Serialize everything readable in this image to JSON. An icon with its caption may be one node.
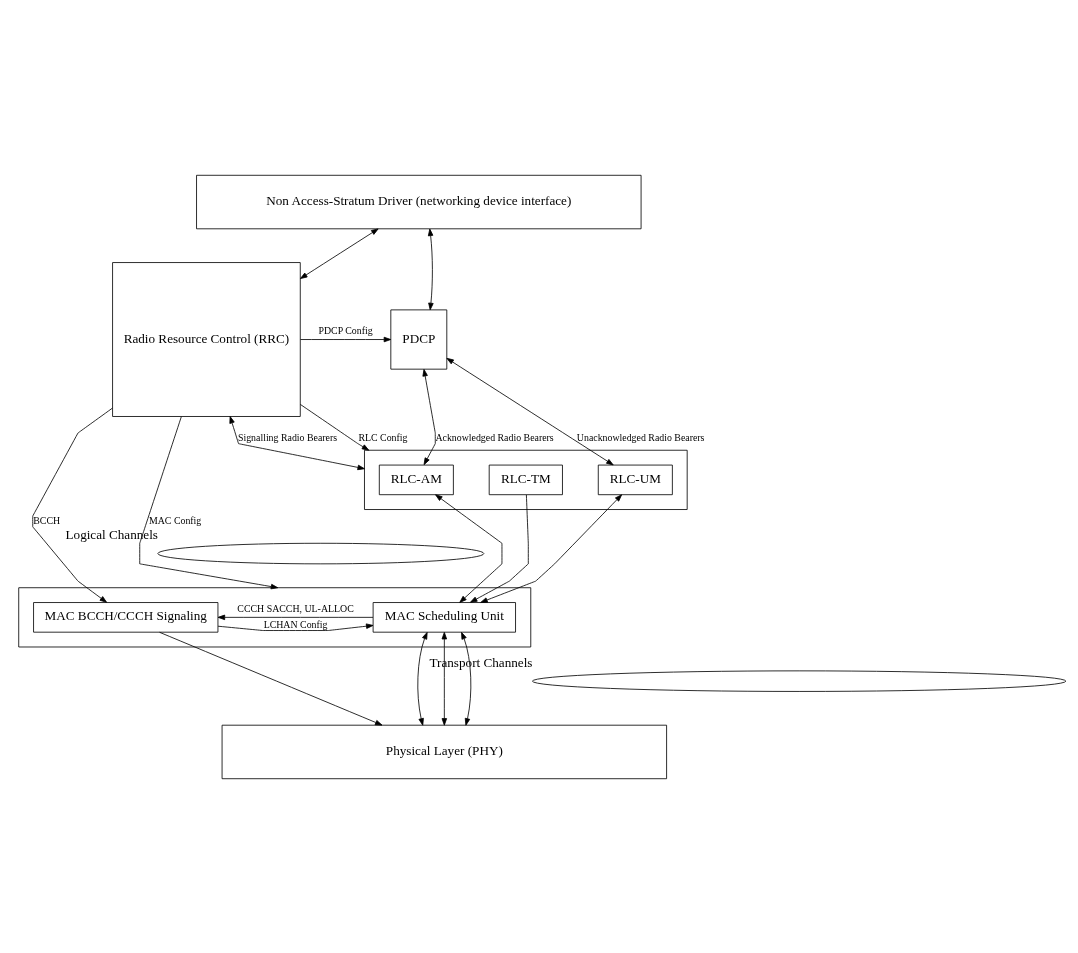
{
  "diagram": {
    "nodes": [
      {
        "text": [
          "Non Access-Stratum Driver (networking device interface)"
        ]
      },
      {
        "text": [
          "Radio Resource Control (RRC)"
        ]
      },
      {
        "text": [
          "PDCP"
        ]
      },
      {
        "text": [],
        "shape": "box"
      },
      {
        "text": [
          "RLC-TM"
        ],
        "in": 3
      },
      {
        "text": [
          "RLC-UM"
        ],
        "in": 3
      },
      {
        "text": [
          "RLC-AM"
        ],
        "in": 3
      },
      {
        "text": [],
        "shape": "ellipse",
        "beside": [
          "Logical Channels"
        ]
      },
      {
        "text": [],
        "shape": "box"
      },
      {
        "text": [
          "MAC BCCH/CCCH Signaling"
        ],
        "in": 8
      },
      {
        "text": [
          "MAC Scheduling Unit"
        ],
        "in": 8
      },
      {
        "text": [],
        "shape": "ellipse",
        "beside": [
          "Transport Channels"
        ]
      },
      {
        "text": [
          "Physical Layer (PHY)"
        ]
      }
    ],
    "edges": [
      {
        "from": 0,
        "to": 1,
        "arrow": "both"
      },
      {
        "from": 0,
        "to": 2,
        "arrow": "both"
      },
      {
        "from": 1,
        "to": 2,
        "arrow": "to",
        "label": "PDCP Config"
      },
      {
        "from": 1,
        "to": 3,
        "arrow": "to",
        "label": "RLC Config"
      },
      {
        "from": 1,
        "to": 3,
        "arrow": "both",
        "label": "Signalling Radio Bearers"
      },
      {
        "from": 2,
        "to": 5,
        "arrow": "both",
        "label": "Unacknowledged Radio Bearers"
      },
      {
        "from": 2,
        "to": 6,
        "arrow": "both",
        "label": "Acknowledged Radio Bearers"
      },
      {
        "from": 1,
        "to": 8,
        "arrow": "to",
        "label": "MAC Config"
      },
      {
        "from": 1,
        "to": 9,
        "arrow": "to",
        "label": "BCCH"
      },
      {
        "from": 4,
        "to": 10,
        "arrow": "to"
      },
      {
        "from": 5,
        "to": 10,
        "arrow": "both"
      },
      {
        "from": 6,
        "to": 10,
        "arrow": "both"
      },
      {
        "from": 10,
        "to": 9,
        "arrow": "to",
        "label": "CCCH SACCH, UL-ALLOC"
      },
      {
        "from": 9,
        "to": 10,
        "arrow": "to",
        "label": "LCHAN Config"
      },
      {
        "from": 9,
        "to": 12,
        "arrow": "to"
      },
      {
        "from": 10,
        "to": 12,
        "arrow": "both"
      },
      {
        "from": 10,
        "to": 12,
        "arrow": "both"
      },
      {
        "from": 10,
        "to": 12,
        "arrow": "both"
      }
    ]
  }
}
